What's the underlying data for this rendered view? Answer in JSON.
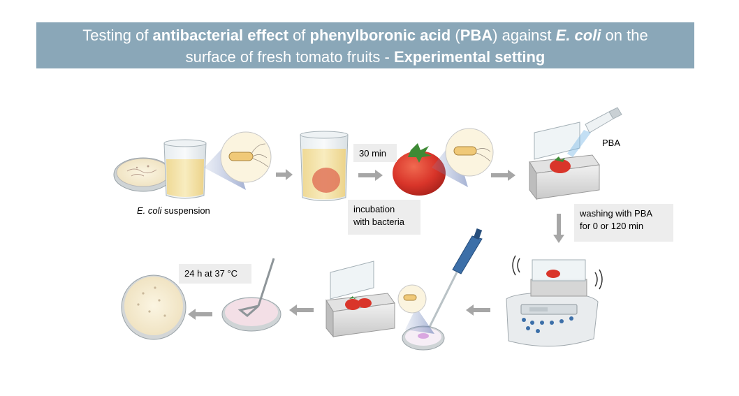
{
  "title": {
    "part1": "Testing of ",
    "bold1": "antibacterial effect",
    "part2": " of ",
    "bold2": "phenylboronic acid",
    "part3": " (",
    "bold3": "PBA",
    "part4": ") against ",
    "italic1": "E. coli",
    "part5": " on the",
    "line2a": "surface of fresh tomato fruits - ",
    "bold4": "Experimental setting"
  },
  "labels": {
    "suspension_italic": "E. coli",
    "suspension_rest": " suspension",
    "time_30": "30 min",
    "incubation_line1": "incubation",
    "incubation_line2": "with bacteria",
    "pba": "PBA",
    "washing_line1": "washing with PBA",
    "washing_line2": "for 0 or 120 min",
    "incubate_37": "24 h at 37 °C"
  },
  "colors": {
    "title_bg": "#8aa7b8",
    "label_box_bg": "#ededed",
    "arrow": "#a6a6a6",
    "tomato": "#d63a2a",
    "liquid": "#f3e2a6",
    "agar": "#f3e7cc",
    "pipette": "#3c6fa8"
  },
  "icons": [
    "petri-dish-icon",
    "beaker-icon",
    "bacterium-icon",
    "tomato-icon",
    "container-box-icon",
    "pba-tube-icon",
    "shaker-icon",
    "pipette-icon",
    "spreader-icon",
    "arrow-icon"
  ]
}
